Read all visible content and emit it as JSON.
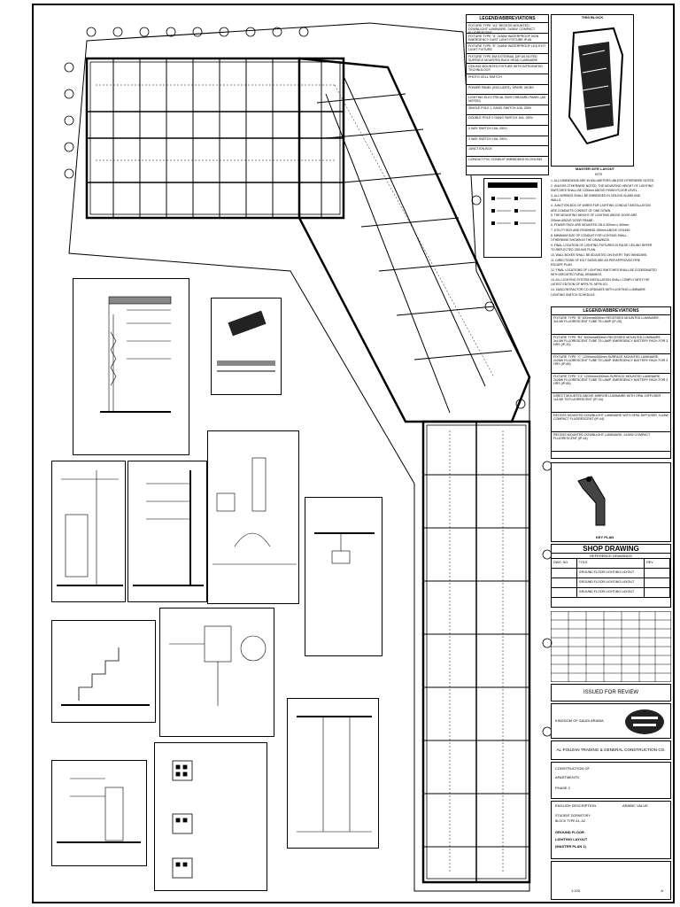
{
  "legend_top": {
    "title": "LEGEND/ABBREVIATIONS",
    "no_label": "NO.",
    "items": [
      "FIXTURE TYPE \"A1\" RECESS MOUNTED DOWNLIGHT LUMINAIRE, 2x26W, COMPACT FLUORESCENT",
      "FIXTURE TYPE \"A\" 2x36W WATERPROOF NON EMERGENCY DUST LIGHT FIXTURE IP-65",
      "FIXTURE TYPE \"E\" 2x36W WATERPROOF LED EXIT LIGHT FIXTURE",
      "FIXTURE TYPE EM EXTERNAL DIP AS NOTED SURFACE MOUNTED BULK HEAD LUMINAIRE",
      "CEILING MOUNTED FIXTURE WITH INTEGRATED TECHNOLOGY",
      "PHOTO CELL SWITCH",
      "POWER PANEL (INCLUDES), SPARE, MCBS",
      "LIGHTING ELECTRICAL SWITCHBOARD PANEL (AS NOTED)",
      "SINGLE POLE 1 GANG SWITCH 10A, 250V",
      "DOUBLE POLE 2 GANG SWITCH 10A, 250V",
      "2 WAY SWITCH 10A, 250V",
      "2 WAY SWITCH 10A, 250V",
      "JUNCTION BOX",
      "CONDUIT PVC CONDUIT EMBEDDED IN CEILING"
    ]
  },
  "key_plan_top": {
    "title": "THIS BLOCK"
  },
  "master_site": {
    "title": "MASTER SITE LAYOUT",
    "subtitle": "NTS"
  },
  "notes": {
    "lines": [
      "1. ALL DIMENSIONS ARE IN MILLIMETERS UNLESS OTHERWISE NOTED.",
      "2. UNLESS OTHERWISE NOTED, THE MOUNTING HEIGHT OF LIGHTING",
      "   SWITCHES SHALL BE 1200mm ABOVE FINISH FLOOR LEVEL.",
      "3. ALL WIRINGS SHALL BE EMBEDDED IN CEILING SLABS AND",
      "   WALLS.",
      "4. JUNCTION BOX OF WIRES FOR LIGHTING CONDUIT INSTALLATION",
      "   ARE CONDUITS CONSIST OF ONE DOWN.",
      "5. THE MOUNTING HEIGHT OF LIGHTING ABOVE DOOR ARE",
      "   200mm ABOVE DOOR FRAME.",
      "6. POWER PACK ARE MOUNTED ON A 300mm x 300mm",
      "7. UTILITY BOX AND FINISHING 150mm ABOVE CEILING.",
      "8. MINIMUM SIZE OF CONDUIT FOR LIGHTING SHALL",
      "   OTHERWISE SHOWN IN THE DRAWINGS.",
      "9. FINAL LOCATION OF LIGHTING FIXTURES IN FALSE CEILING REFER",
      "   TO REFLECTED CEILING PLAN.",
      "10. WALL BOXES SHALL BE ADJUSTED ON EVERY TWO WINDOWS.",
      "11. DIRECTIONS OF EXIT SIGNS ARE AS PER APPROVED FIRE",
      "    ESCAPE PLAN.",
      "12. FINAL LOCATIONS OF LIGHTING SWITCHES SHALL BE COORDINATED",
      "    WITH ARCHITECTURAL DRAWINGS.",
      "13. ALL LIGHTING SYSTEM INSTALLATION SHALL COMPLY WITH THE",
      "    LATEST EDITION OF NFPA 70, NFPA 101.",
      "14. SUBCONTRACTOR CO-ORDINATE WITH LIGHTING LUMINAIRE",
      "    LIGHTING SWITCH SCHEDULE."
    ]
  },
  "legend_mid": {
    "title": "LEGEND/ABBREVIATIONS",
    "no_label": "NO.",
    "items": [
      "FIXTURE TYPE \"B\" 600mmx600mm RECESSED MOUNTED LUMINAIRE, 3x14W FLUORESCENT TUBE T5 LAMP (IP-20)",
      "FIXTURE TYPE \"B1\" 600mmx600mm RECESSED MOUNTED LUMINAIRE, 3x14W FLUORESCENT TUBE T5 LAMP, EMERGENCY BATTERY PACK FOR 3 HRS (IP-20)",
      "FIXTURE TYPE \"C\" 1200mmx300mm SURFACE MOUNTED LUMINAIRE, 2x28W FLUORESCENT TUBE T5 LAMP, EMERGENCY BATTERY PACK FOR 3 HRS (IP-65)",
      "FIXTURE TYPE \"C1\" 1200mmx300mm SURFACE MOUNTED LUMINAIRE, 2x28W FLUORESCENT TUBE T5 LAMP, EMERGENCY BATTERY PACK FOR 3 HRS (IP-65)",
      "DIRECT MOUNTED ABOVE MIRROR LUMINAIRE WITH OPAL DIFFUSER, 1x14W T5 FLUORESCENT (IP-44)",
      "RECESS MOUNTED DOWNLIGHT LUMINAIRE WITH OPAL DIFFUSER, 1x18W COMPACT FLUORESCENT (IP-44)",
      "RECESS MOUNTED DOWNLIGHT LUMINAIRE, 2x26W COMPACT FLUORESCENT (IP-44)"
    ]
  },
  "keyplan": {
    "title": "KEY PLAN"
  },
  "shop_drawing": {
    "title": "SHOP DRAWING",
    "subtitle": "REFERENCE DRAWINGS",
    "rows": [
      [
        "DWG. NO.",
        "TITLE",
        "REV"
      ],
      [
        "",
        "GROUND FLOOR LIGHTING LAYOUT",
        ""
      ],
      [
        "",
        "GROUND FLOOR LIGHTING LAYOUT",
        ""
      ],
      [
        "",
        "GROUND FLOOR LIGHTING LAYOUT",
        ""
      ]
    ]
  },
  "issued": {
    "label": "ISSUED FOR REVIEW"
  },
  "client": {
    "kingdom": "KINGDOM OF SAUDI ARABIA"
  },
  "contractor": {
    "name": "AL-FOUZAN TRADING & GENERAL CONSTRUCTION CO."
  },
  "project": {
    "label": "CONSTRUCTION OF",
    "line2": "APARTMENTS",
    "phase": "PHASE 2"
  },
  "description": {
    "english_label": "ENGLISH DESCRIPTION",
    "arabic_label": "ARABIC VALUE",
    "block": "STUDENT DORMITORY",
    "block_type": "BLOCK TYPE A1, A2",
    "title1": "GROUND FLOOR",
    "title2": "LIGHTING LAYOUT",
    "title3": "(MASTER PLAN 1)"
  },
  "footer": {
    "scale": "1:100",
    "sheet": "A"
  }
}
